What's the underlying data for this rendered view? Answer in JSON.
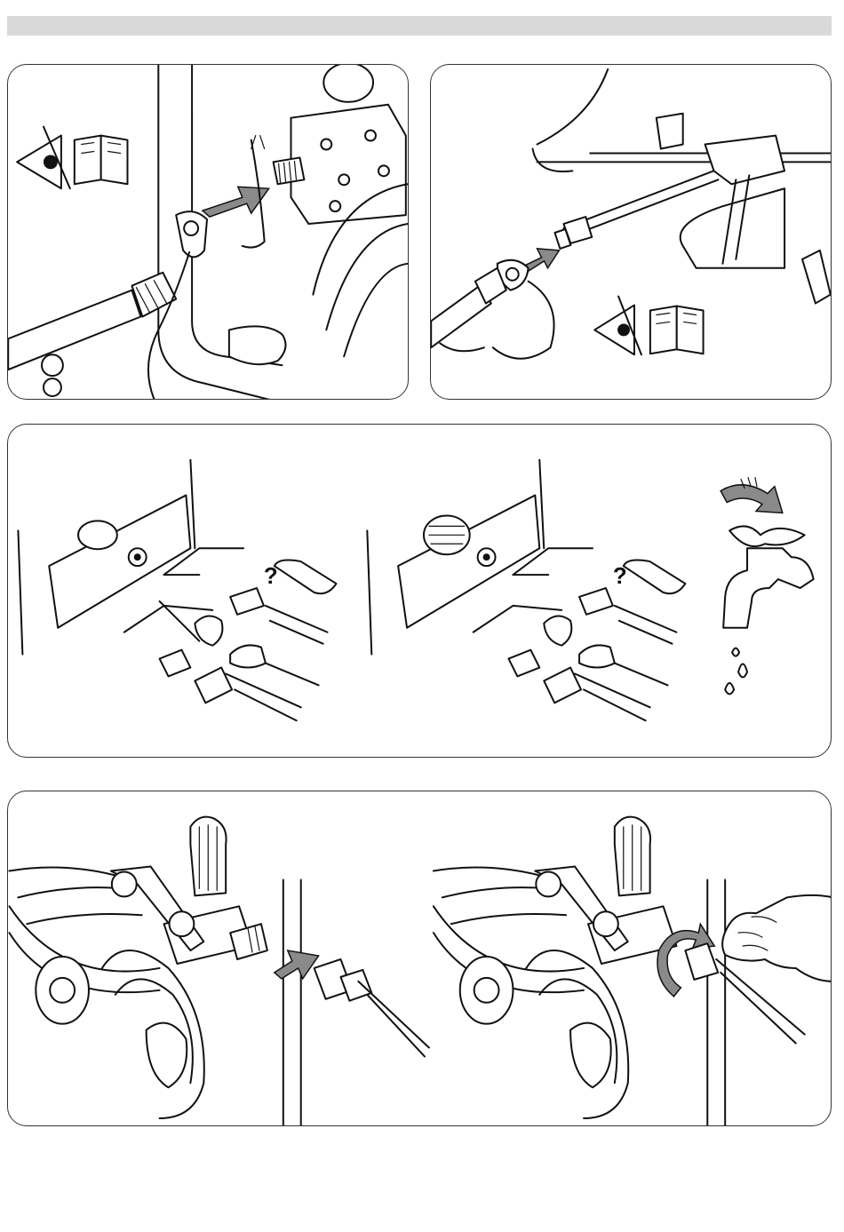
{
  "colors": {
    "header_bar": "#d9d9d9",
    "line": "#111111",
    "arrow_fill": "#8a8a8a",
    "background": "#ffffff"
  },
  "icons": {
    "read_manual": "eye-book-icon",
    "push_arrow": "gray-arrow-icon",
    "rotate_arrow": "rotate-arrow-icon",
    "water_tap": "tap-icon",
    "hand": "hand-icon"
  },
  "panels": [
    {
      "id": "p1",
      "name": "safety-cable-attach-gun"
    },
    {
      "id": "p2",
      "name": "safety-cable-attach-lance"
    },
    {
      "id": "p3",
      "name": "water-inlet-connection"
    },
    {
      "id": "p4",
      "name": "high-pressure-hose-connection"
    }
  ]
}
